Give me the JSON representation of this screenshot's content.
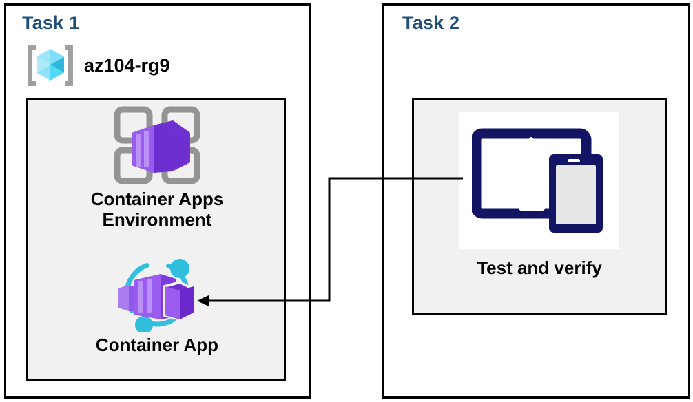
{
  "diagram": {
    "title": "Azure Container Apps task diagram",
    "background_color": "#FFFFFF",
    "panel_border_color": "#000000",
    "inner_box_fill": "#F1F1F1",
    "task_title_color": "#1F4E79",
    "connector_color": "#000000"
  },
  "panels": [
    {
      "id": "task1",
      "title": "Task 1",
      "resource_group": {
        "label": "az104-rg9",
        "icon": "resource-group-icon",
        "icon_colors": {
          "bracket": "#A0A0A0",
          "cube_light": "#9BE5FA",
          "cube_mid": "#50D9F5",
          "cube_dark": "#2BB8DB"
        }
      },
      "nodes": [
        {
          "id": "container-apps-environment",
          "label": "Container Apps\nEnvironment",
          "icon": "container-apps-environment-icon",
          "icon_colors": {
            "grid": "#949494",
            "box_light": "#B07BF0",
            "box_mid": "#9052E8",
            "box_dark": "#6B28CC"
          }
        },
        {
          "id": "container-app",
          "label": "Container App",
          "icon": "container-app-icon",
          "icon_colors": {
            "ring": "#32BEDD",
            "box_light": "#A97CF0",
            "box_mid": "#9655EA",
            "box_dark": "#6F2FD1"
          }
        }
      ]
    },
    {
      "id": "task2",
      "title": "Task 2",
      "nodes": [
        {
          "id": "test-and-verify",
          "label": "Test and verify",
          "icon": "devices-test-icon",
          "icon_colors": {
            "device_outline": "#141464",
            "tablet_screen": "#FFFFFF",
            "phone_screen": "#E6E6E6",
            "plate": "#FFFFFF"
          }
        }
      ]
    }
  ],
  "connector": {
    "from": "test-and-verify",
    "to": "container-app",
    "arrow_direction": "left",
    "style": "elbow"
  }
}
